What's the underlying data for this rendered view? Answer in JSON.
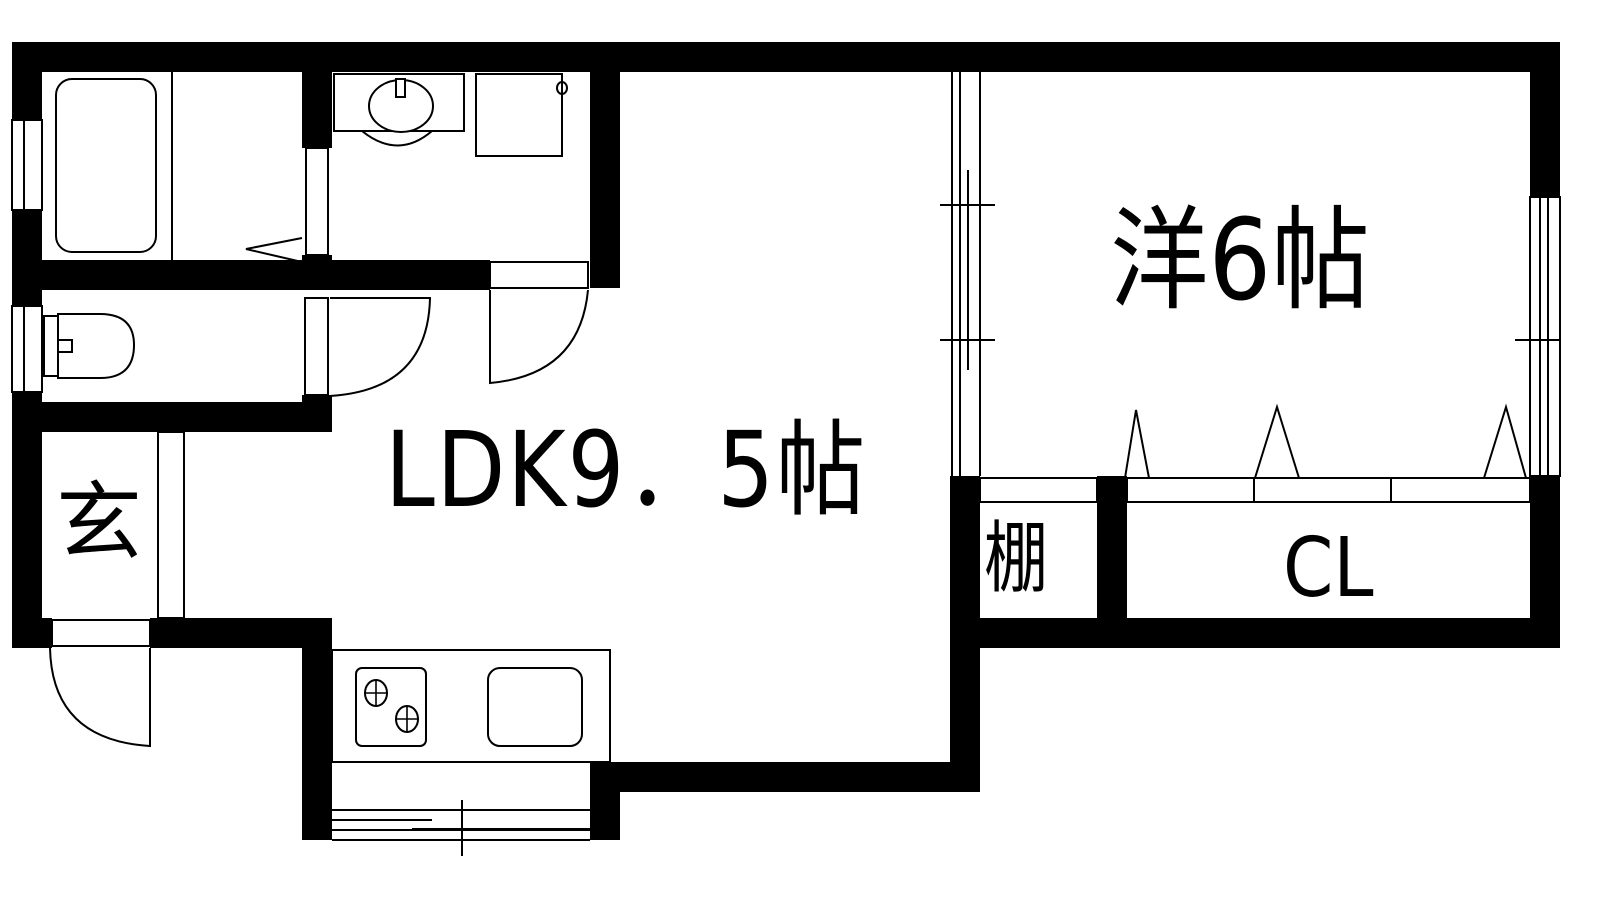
{
  "floor_plan": {
    "type": "apartment-1LDK",
    "rooms": {
      "ldk": {
        "label": "LDK9．5帖",
        "name": "Living-Dining-Kitchen",
        "size_jo": 9.5
      },
      "western": {
        "label": "洋6帖",
        "name": "Western-style room",
        "size_jo": 6
      },
      "shelf": {
        "label": "棚",
        "name": "Shelf storage"
      },
      "closet": {
        "label": "CL",
        "name": "Closet"
      },
      "entrance": {
        "label": "玄",
        "name": "Entrance (genkan)"
      },
      "bathroom": {
        "name": "Bathroom with bathtub"
      },
      "washroom": {
        "name": "Washroom with vanity and washing machine space"
      },
      "toilet": {
        "name": "Toilet"
      },
      "kitchen": {
        "name": "Kitchen counter with 2-burner stove and sink"
      },
      "balcony": {
        "name": "Small balcony / window area"
      }
    },
    "colors": {
      "wall": "#000000",
      "background": "#ffffff"
    }
  }
}
